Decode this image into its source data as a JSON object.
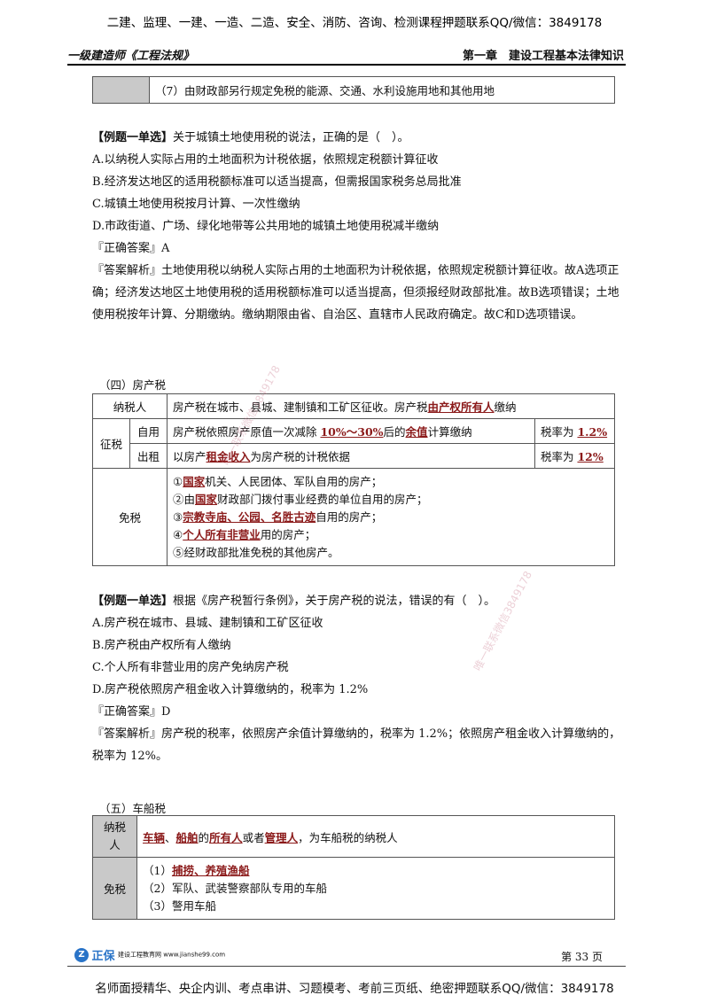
{
  "banner_top": "二建、监理、一建、一造、二造、安全、消防、咨询、检测课程押题联系QQ/微信：3849178",
  "header": {
    "left": "一级建造师《工程法规》",
    "right": "第一章　建设工程基本法律知识"
  },
  "top_table_text": "（7）由财政部另行规定免税的能源、交通、水利设施用地和其他用地",
  "q1": {
    "tag": "【例题一单选】",
    "stem": "关于城镇土地使用税的说法，正确的是（　）。",
    "options": [
      "A.以纳税人实际占用的土地面积为计税依据，依照规定税额计算征收",
      "B.经济发达地区的适用税额标准可以适当提高，但需报国家税务总局批准",
      "C.城镇土地使用税按月计算、一次性缴纳",
      "D.市政街道、广场、绿化地带等公共用地的城镇土地使用税减半缴纳"
    ],
    "answer": "『正确答案』A",
    "analysis": "『答案解析』土地使用税以纳税人实际占用的土地面积为计税依据，依照规定税额计算征收。故A选项正确；经济发达地区土地使用税的适用税额标准可以适当提高，但须报经财政部批准。故B选项错误；土地使用税按年计算、分期缴纳。缴纳期限由省、自治区、直辖市人民政府确定。故C和D选项错误。"
  },
  "sec4": {
    "title": "（四）房产税",
    "taxpayer_label": "纳税人",
    "taxpayer_pre": "房产税在城市、县城、建制镇和工矿区征收。房产税",
    "taxpayer_em": "由产权所有人",
    "taxpayer_post": "缴纳",
    "levy_label": "征税",
    "self_label": "自用",
    "self_pre": "房产税依照房产原值一次减除 ",
    "self_em1": "10%～30%",
    "self_mid": "后的",
    "self_em2": "余值",
    "self_post": "计算缴纳",
    "self_rate_pre": "税率为 ",
    "self_rate": "1.2%",
    "rent_label": "出租",
    "rent_pre": "以房产",
    "rent_em": "租金收入",
    "rent_post": "为房产税的计税依据",
    "rent_rate_pre": "税率为 ",
    "rent_rate": "12%",
    "exempt_label": "免税",
    "exempt": [
      {
        "pre": "①",
        "em": "国家",
        "post": "机关、人民团体、军队自用的房产；"
      },
      {
        "pre": "②由",
        "em": "国家",
        "post": "财政部门拨付事业经费的单位自用的房产；"
      },
      {
        "pre": "③",
        "em": "宗教寺庙、公园、名胜古迹",
        "post": "自用的房产；"
      },
      {
        "pre": "④",
        "em": "个人所有非营业",
        "post": "用的房产；"
      },
      {
        "pre": "⑤经财政部批准免税的其他房产。",
        "em": "",
        "post": ""
      }
    ]
  },
  "q2": {
    "tag": "【例题一单选】",
    "stem": "根据《房产税暂行条例》，关于房产税的说法，错误的有（　）。",
    "options": [
      "A.房产税在城市、县城、建制镇和工矿区征收",
      "B.房产税由产权所有人缴纳",
      "C.个人所有非营业用的房产免纳房产税",
      "D.房产税依照房产租金收入计算缴纳的，税率为 1.2%"
    ],
    "answer": "『正确答案』D",
    "analysis": "『答案解析』房产税的税率，依照房产余值计算缴纳的，税率为 1.2%；依照房产租金收入计算缴纳的，税率为 12%。"
  },
  "sec5": {
    "title": "（五）车船税",
    "taxpayer_label": "纳税人",
    "tp_em1": "车辆",
    "tp_sep": "、",
    "tp_em2": "船舶",
    "tp_mid": "的",
    "tp_em3": "所有人",
    "tp_mid2": "或者",
    "tp_em4": "管理人",
    "tp_post": "，为车船税的纳税人",
    "exempt_label": "免税",
    "exempt1_pre": "（1）",
    "exempt1_em": "捕捞、养殖渔船",
    "exempt2": "（2）军队、武装警察部队专用的车船",
    "exempt3": "（3）警用车船"
  },
  "watermark": "唯一联系微信3849178",
  "footer": {
    "brand": "正保",
    "brand_sub": "建设工程教育网 www.jianshe99.com",
    "page": "第 33 页"
  },
  "banner_bottom": "名师面授精华、央企内训、考点串讲、习题模考、考前三页纸、绝密押题联系QQ/微信：3849178"
}
